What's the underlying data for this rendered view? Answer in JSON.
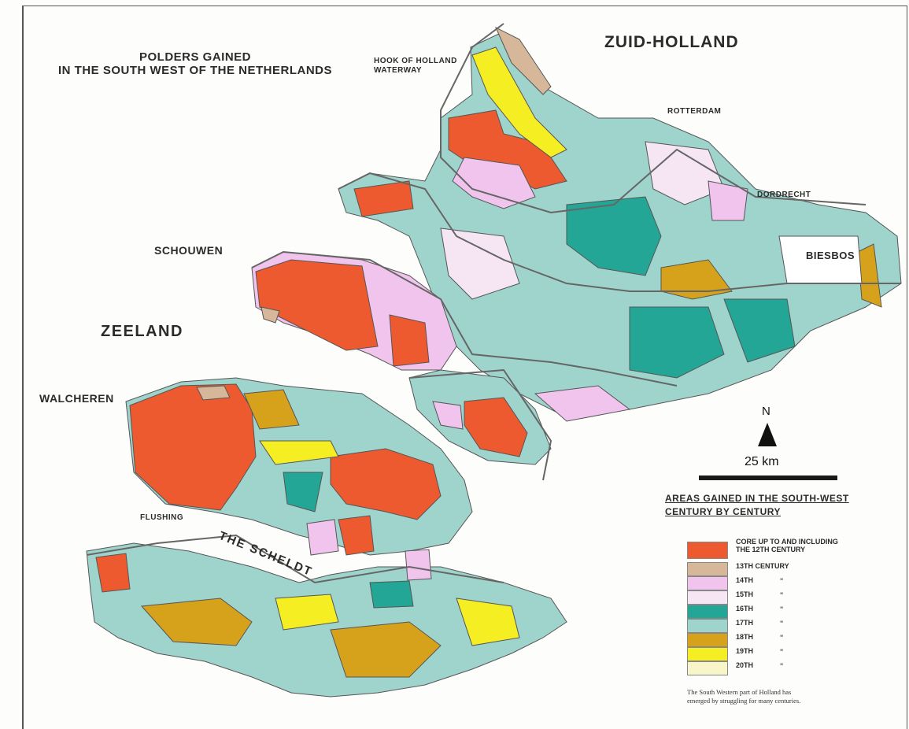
{
  "title": "POLDERS GAINED\nIN THE SOUTH WEST OF THE NETHERLANDS",
  "places": {
    "zuid_holland": "ZUID-HOLLAND",
    "hook_of_holland": "HOOK OF HOLLAND\nWATERWAY",
    "rotterdam": "ROTTERDAM",
    "dordrecht": "DORDRECHT",
    "biesbos": "BIESBOS",
    "schouwen": "SCHOUWEN",
    "zeeland": "ZEELAND",
    "walcheren": "WALCHEREN",
    "flushing": "FLUSHING",
    "the_scheldt": "THE SCHELDT"
  },
  "north_arrow": {
    "label": "N"
  },
  "scale_bar": {
    "label": "25 km"
  },
  "legend": {
    "title": "AREAS GAINED IN THE SOUTH-WEST\nCENTURY BY CENTURY",
    "items": [
      {
        "label": "CORE UP TO AND INCLUDING\nTHE 12TH CENTURY",
        "color": "#ee5a2f",
        "ditto": ""
      },
      {
        "label": "13TH  CENTURY",
        "color": "#d6b79a",
        "ditto": ""
      },
      {
        "label": "14TH",
        "color": "#f1c4ee",
        "ditto": "\""
      },
      {
        "label": "15TH",
        "color": "#f6e6f4",
        "ditto": "\""
      },
      {
        "label": "16TH",
        "color": "#23a695",
        "ditto": "\""
      },
      {
        "label": "17TH",
        "color": "#9fd4cd",
        "ditto": "\""
      },
      {
        "label": "18TH",
        "color": "#d6a21c",
        "ditto": "\""
      },
      {
        "label": "19TH",
        "color": "#f5ee23",
        "ditto": "\""
      },
      {
        "label": "20TH",
        "color": "#f8f6c8",
        "ditto": "\""
      }
    ]
  },
  "footnote": "The South Western part of Holland has\nemerged by struggling for many centuries."
}
